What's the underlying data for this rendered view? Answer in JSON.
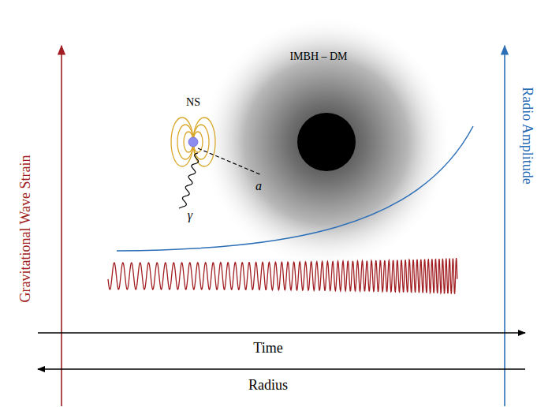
{
  "diagram": {
    "labels": [
      "Gravitational Wave Strain",
      "Radio Amplitude",
      "IMBH – DM",
      "NS",
      "a",
      "γ",
      "Time",
      "Radius"
    ]
  }
}
